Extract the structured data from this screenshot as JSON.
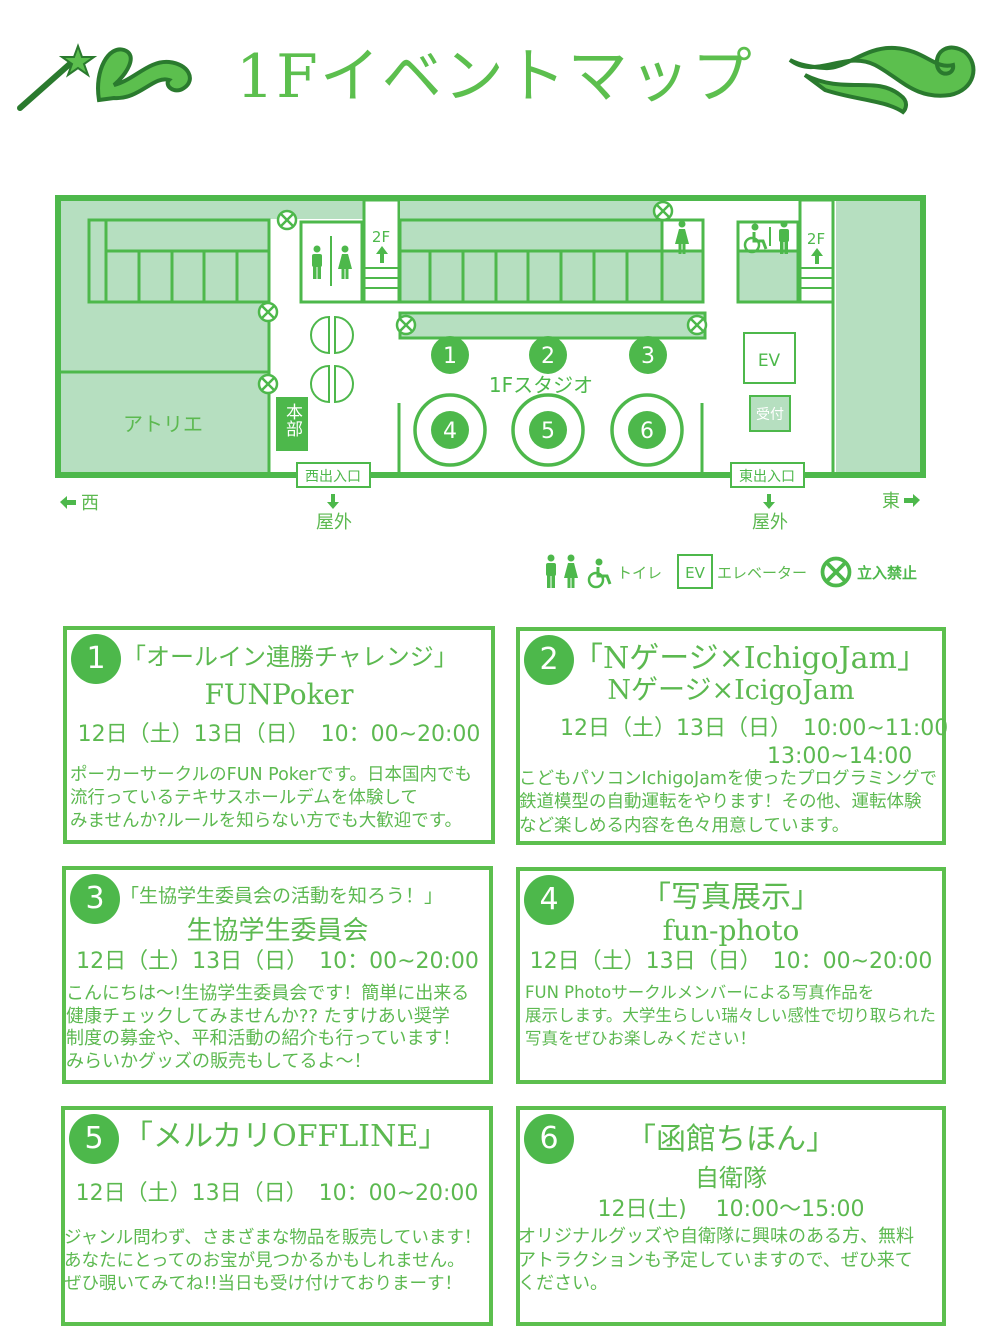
{
  "header": {
    "title": "1Fイベントマップ"
  },
  "colors": {
    "primary": "#4db84b",
    "light": "#b6dfc0",
    "text": "#5cb950"
  },
  "map": {
    "studio_label": "1Fスタジオ",
    "atelier_label": "アトリエ",
    "hq_label": "本部",
    "stairs_label": "2F",
    "ev_label": "EV",
    "reception_label": "受付",
    "west_entrance": "西出入口",
    "east_entrance": "東出入口",
    "outside": "屋外",
    "west": "西",
    "east": "東",
    "booths": [
      "1",
      "2",
      "3",
      "4",
      "5",
      "6"
    ]
  },
  "legend": {
    "toilet": "トイレ",
    "ev_box": "EV",
    "elevator": "エレベーター",
    "no_entry": "立入禁止"
  },
  "cards": [
    {
      "number": "1",
      "title": "「オールイン連勝チャレンジ」",
      "subtitle": "FUNPoker",
      "times": [
        "12日（土）13日（日）　10：00~20:00"
      ],
      "description": [
        "ポーカーサークルのFUN Pokerです。日本国内でも",
        "流行っているテキサスホールデムを体験して",
        "みませんか?ルールを知らない方でも大歓迎です。"
      ]
    },
    {
      "number": "2",
      "title": "「Nゲージ×IchigoJam」",
      "subtitle": "Nゲージ×IcigoJam",
      "times": [
        "12日（土）13日（日）　10:00~11:00",
        "13:00~14:00"
      ],
      "description": [
        "こどもパソコンIchigoJamを使ったプログラミングで",
        "鉄道模型の自動運転をやります！その他、運転体験",
        "など楽しめる内容を色々用意しています。"
      ]
    },
    {
      "number": "3",
      "title": "「生協学生委員会の活動を知ろう！」",
      "subtitle": "生協学生委員会",
      "times": [
        "12日（土）13日（日）　10：00~20:00"
      ],
      "description": [
        "こんにちは～!生協学生委員会です！簡単に出来る",
        "健康チェックしてみませんか?? たすけあい奨学",
        "制度の募金や、平和活動の紹介も行っています！",
        "みらいかグッズの販売もしてるよ～！"
      ]
    },
    {
      "number": "4",
      "title": "「写真展示」",
      "subtitle": "fun-photo",
      "times": [
        "12日（土）13日（日）　10：00~20:00"
      ],
      "description": [
        "FUN Photoサークルメンバーによる写真作品を",
        "展示します。大学生らしい瑞々しい感性で切り取られた",
        "写真をぜひお楽しみください！"
      ]
    },
    {
      "number": "5",
      "title": "「メルカリOFFLINE」",
      "subtitle": "",
      "times": [
        "12日（土）13日（日）　10：00~20:00"
      ],
      "description": [
        "ジャンル問わず、さまざまな物品を販売しています！",
        "あなたにとってのお宝が見つかるかもしれません。",
        "ぜひ覗いてみてね!!当日も受け付けておりまーす！"
      ]
    },
    {
      "number": "6",
      "title": "「函館ちほん」",
      "subtitle": "自衛隊",
      "times": [
        "12日(土)　 10:00～15:00"
      ],
      "description": [
        "オリジナルグッズや自衛隊に興味のある方、無料",
        "アトラクションも予定していますので、ぜひ来て",
        "ください。"
      ]
    }
  ]
}
